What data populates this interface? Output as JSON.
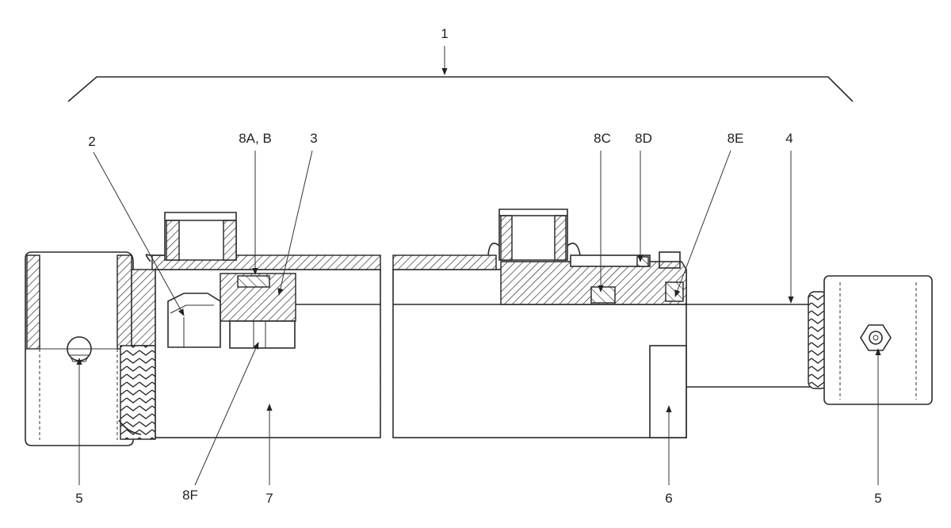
{
  "labels": {
    "l1": "1",
    "l2": "2",
    "l8ab": "8A, B",
    "l3": "3",
    "l8c": "8C",
    "l8d": "8D",
    "l8e": "8E",
    "l4": "4",
    "l5_left": "5",
    "l8f": "8F",
    "l7": "7",
    "l6": "6",
    "l5_right": "5"
  }
}
